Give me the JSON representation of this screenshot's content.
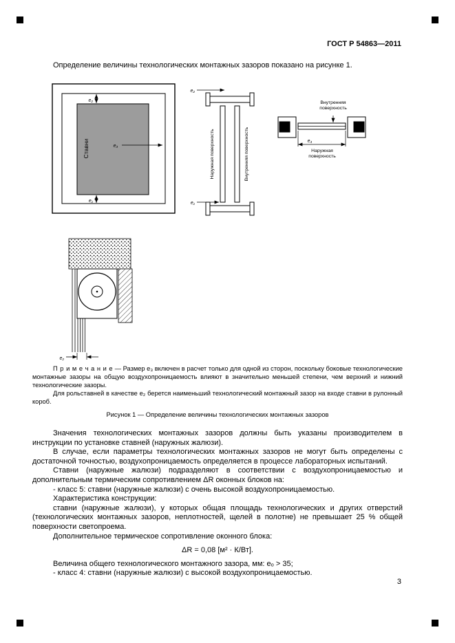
{
  "doc": {
    "header": "ГОСТ Р 54863—2011",
    "intro": "Определение величины технологических монтажных зазоров показано на рисунке 1.",
    "note_label": "П р и м е ч а н и е",
    "note_text": "— Размер e₃ включен в расчет только для одной из сторон, поскольку боковые технологические монтажные зазоры на общую воздухопроницаемость влияют в значительно меньшей степени, чем верхний и нижний технологические зазоры.",
    "roll_note": "Для рольставней в качестве e₂ берется наименьший технологический монтажный зазор на входе ставни в рулонный короб.",
    "figure_caption": "Рисунок 1 — Определение величины технологических монтажных зазоров",
    "paragraphs": [
      "Значения технологических монтажных зазоров должны быть указаны производителем в инструкции по установке ставней (наружных жалюзи).",
      "В случае, если параметры технологических монтажных зазоров не могут быть определены с достаточной точностью, воздухопроницаемость определяется в процессе лабораторных испытаний.",
      "Ставни (наружные жалюзи) подразделяют в соответствии с воздухопроницаемостью и дополнительным термическим сопротивлением ΔR оконных блоков на:",
      "- класс 5: ставни (наружные жалюзи) с очень высокой воздухопроницаемостью.",
      "Характеристика конструкции:",
      "ставни (наружные жалюзи), у которых общая площадь технологических и других отверстий (технологических монтажных зазоров, неплотностей, щелей в полотне) не превышает 25 % общей поверхности светопроема.",
      "Дополнительное термическое сопротивление оконного блока:",
      "Величина общего технологического монтажного зазора, мм: eₒ > 35;",
      "- класс 4: ставни (наружные жалюзи) с высокой воздухопроницаемостью."
    ],
    "formula": "ΔR = 0,08 [м² · К/Вт].",
    "page_number": "3"
  },
  "fig": {
    "d1": {
      "shutter": "Ставни",
      "dim_top": "e₂",
      "dim_side": "e₃",
      "dim_bottom": "e₁"
    },
    "d2": {
      "outer": "Наружная поверхность",
      "inner": "Внутренняя поверхность",
      "dim_top": "e₂",
      "dim_bottom": "e₁"
    },
    "d3": {
      "inner": "Внутренняя поверхность",
      "outer": "Наружная поверхность",
      "dim": "e₄"
    },
    "d4": {
      "dim": "e₂"
    }
  }
}
